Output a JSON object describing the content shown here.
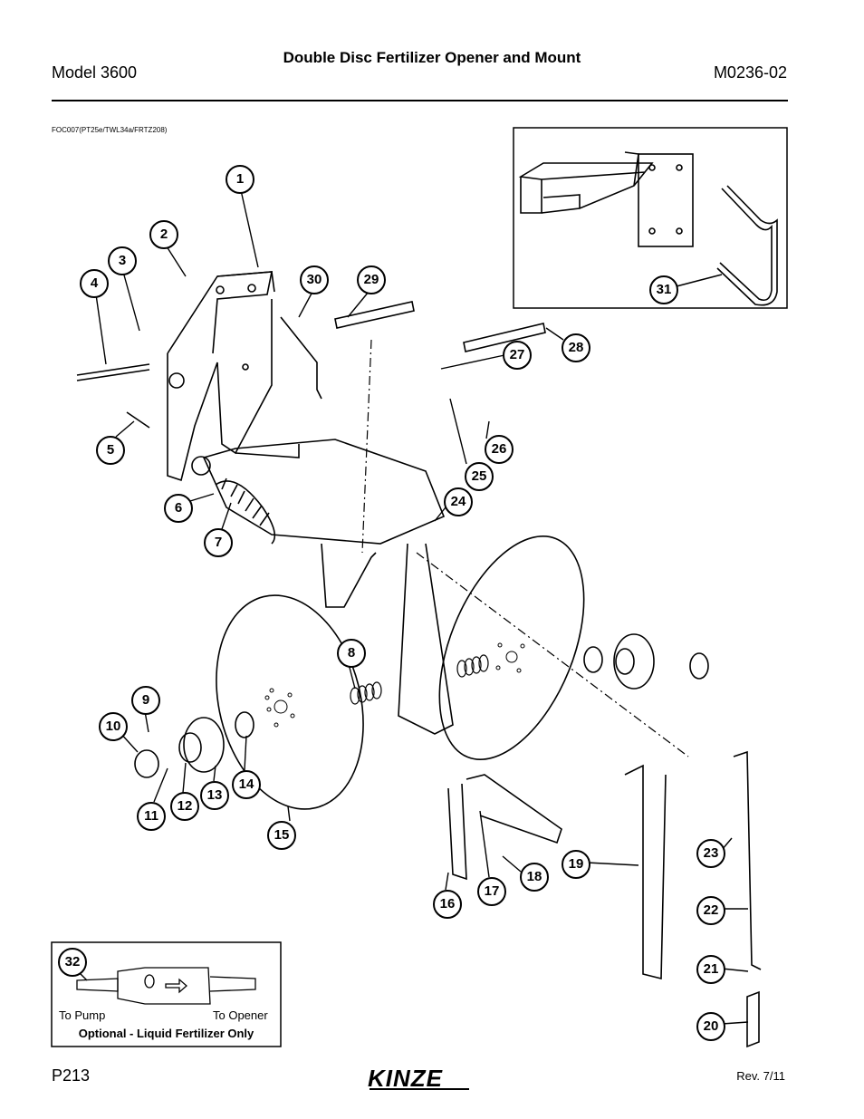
{
  "header": {
    "model": "Model 3600",
    "title": "Double Disc Fertilizer Opener and Mount",
    "code": "M0236-02"
  },
  "figure_ref": "FOC007(PT25e/TWL34a/FRTZ208)",
  "callouts": [
    "1",
    "2",
    "3",
    "4",
    "5",
    "6",
    "7",
    "8",
    "9",
    "10",
    "11",
    "12",
    "13",
    "14",
    "15",
    "16",
    "17",
    "18",
    "19",
    "20",
    "21",
    "22",
    "23",
    "24",
    "25",
    "26",
    "27",
    "28",
    "29",
    "30",
    "31",
    "32"
  ],
  "inset_bottom": {
    "left_label": "To Pump",
    "right_label": "To Opener",
    "caption": "Optional - Liquid Fertilizer Only"
  },
  "footer": {
    "page": "P213",
    "logo_text": "KINZE",
    "rev": "Rev. 7/11"
  }
}
